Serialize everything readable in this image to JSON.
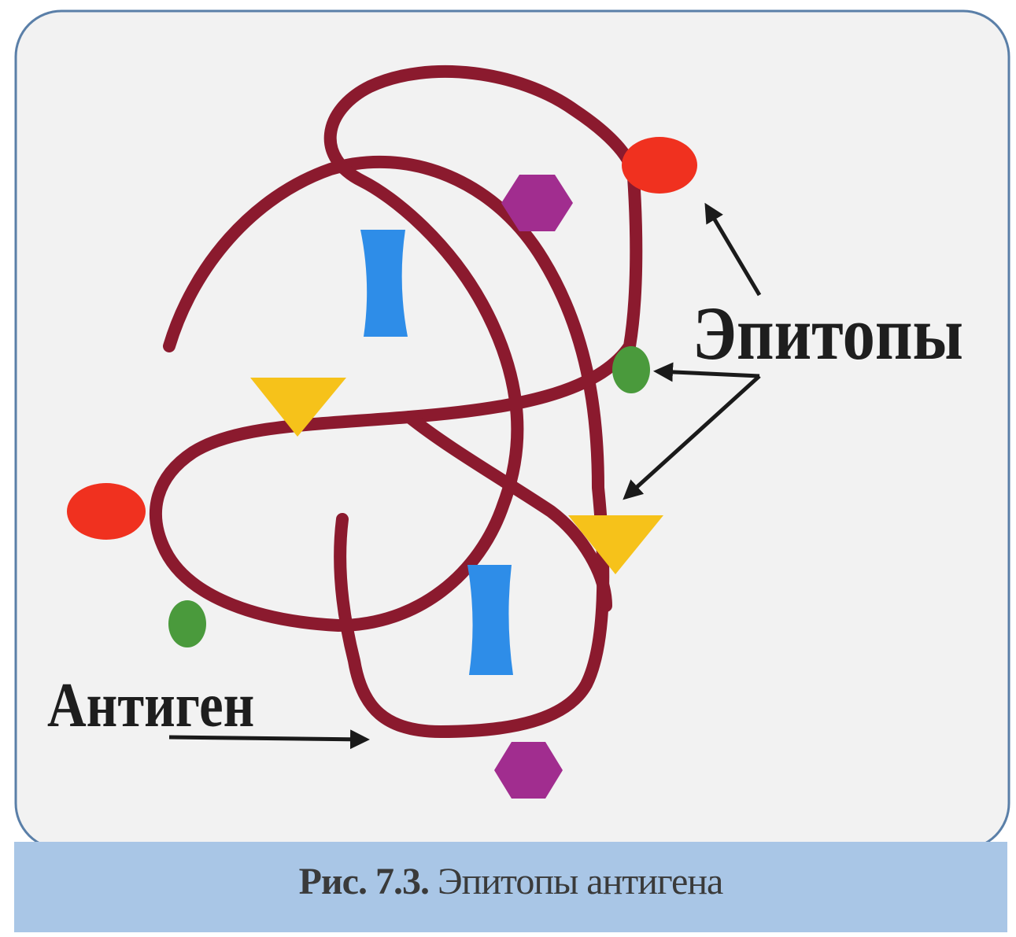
{
  "labels": {
    "epitopes": "Эпитопы",
    "antigen": "Антиген"
  },
  "caption": {
    "number": "Рис. 7.3.",
    "text": "Эпитопы антигена"
  },
  "colors": {
    "chain": "#8b1a2e",
    "epitope_red": "#f0311f",
    "epitope_purple": "#a12d8f",
    "epitope_blue": "#2e8de8",
    "epitope_green": "#4a9a3c",
    "epitope_yellow": "#f6c21a",
    "arrow": "#1a1a1a",
    "panel_bg": "#f2f2f2",
    "caption_bg": "#a9c6e6"
  }
}
